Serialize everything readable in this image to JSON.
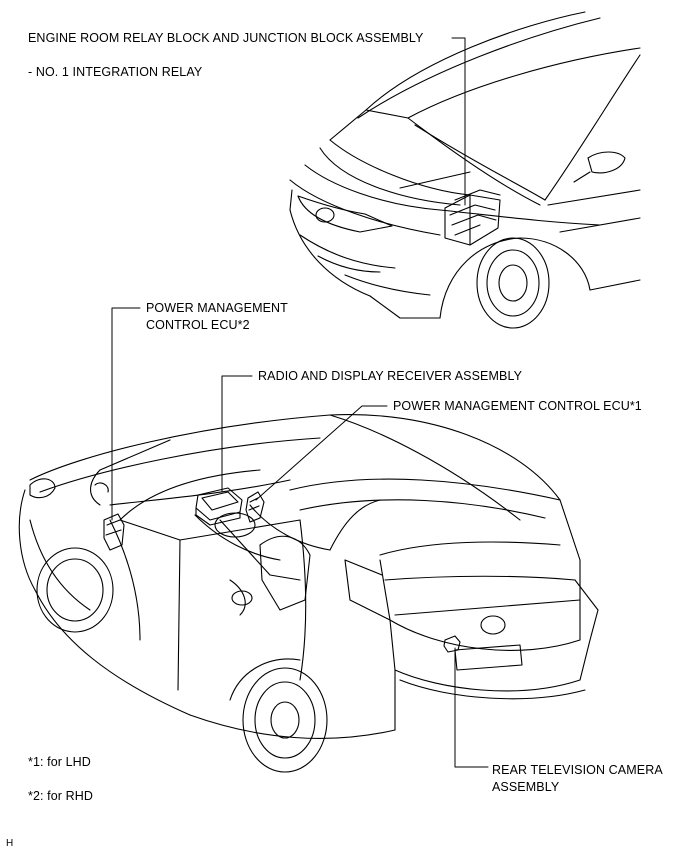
{
  "labels": {
    "engine_room_relay_block": "ENGINE ROOM RELAY BLOCK AND JUNCTION BLOCK ASSEMBLY",
    "integration_relay": "- NO. 1 INTEGRATION RELAY",
    "power_mgmt_ecu_rhd_line1": "POWER MANAGEMENT",
    "power_mgmt_ecu_rhd_line2": "CONTROL ECU*2",
    "radio_display_receiver": "RADIO AND DISPLAY RECEIVER ASSEMBLY",
    "power_mgmt_ecu_lhd": "POWER MANAGEMENT CONTROL ECU*1",
    "rear_camera_line1": "REAR TELEVISION CAMERA",
    "rear_camera_line2": "ASSEMBLY"
  },
  "footnotes": {
    "lhd": "*1: for LHD",
    "rhd": "*2: for RHD"
  },
  "figure_code": "H"
}
